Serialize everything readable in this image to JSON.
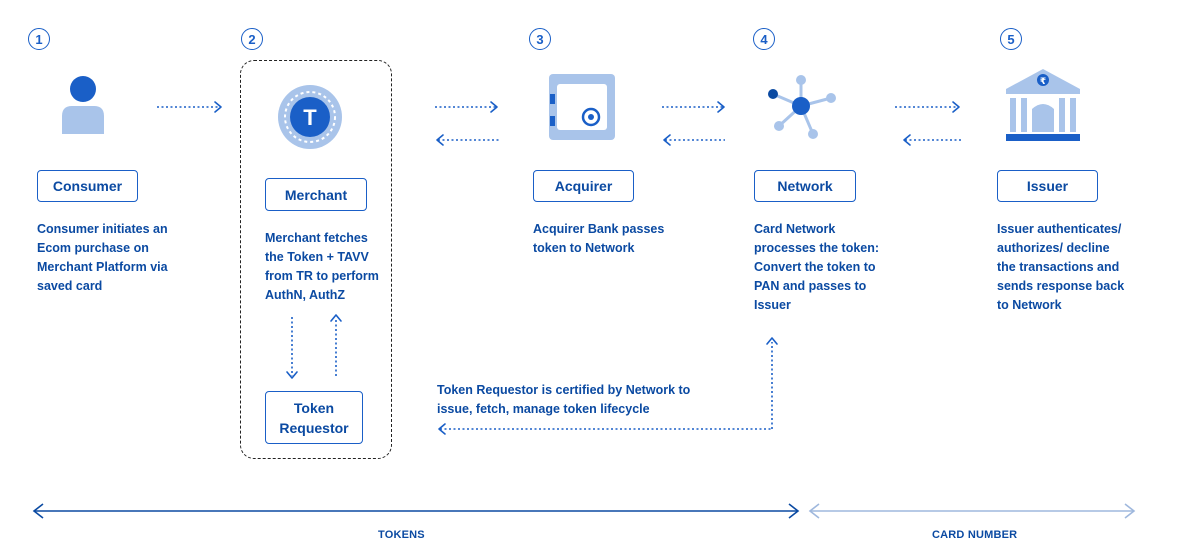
{
  "steps": [
    "1",
    "2",
    "3",
    "4",
    "5"
  ],
  "consumer": {
    "label": "Consumer",
    "description": "Consumer initiates an\nEcom purchase on\nMerchant Platform via\nsaved card"
  },
  "merchant": {
    "label": "Merchant",
    "icon_letter": "T",
    "description": "Merchant fetches\nthe Token + TAVV\nfrom TR to perform\nAuthN, AuthZ"
  },
  "token_requestor": {
    "label": "Token\nRequestor"
  },
  "acquirer": {
    "label": "Acquirer",
    "description": "Acquirer Bank passes\ntoken to Network"
  },
  "network": {
    "label": "Network",
    "description": "Card Network\nprocesses the token:\nConvert the token to\nPAN and passes to\nIssuer"
  },
  "issuer": {
    "label": "Issuer",
    "icon_symbol": "₹",
    "description": "Issuer authenticates/\nauthorizes/ decline\nthe transactions and\nsends response back\nto Network"
  },
  "tr_note": "Token Requestor is certified by Network to\nissue, fetch, manage token lifecycle",
  "bottom": {
    "tokens_label": "TOKENS",
    "card_number_label": "CARD NUMBER"
  },
  "colors": {
    "primary": "#1a5fc7",
    "dark": "#0b4aa2",
    "light_icon": "#a9c4ea",
    "pale_arrow": "#9fb8dd"
  }
}
